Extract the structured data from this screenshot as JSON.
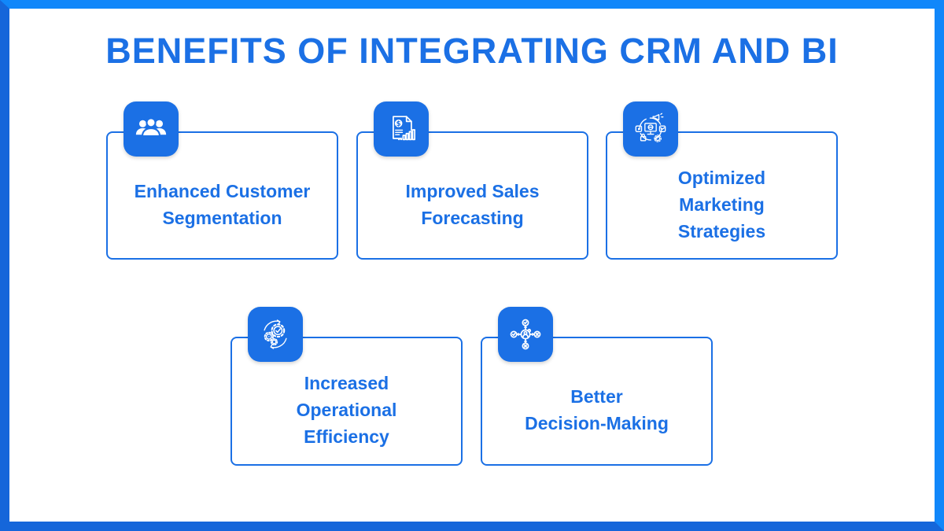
{
  "title": "BENEFITS OF INTEGRATING CRM AND BI",
  "colors": {
    "primary_blue": "#1B70E5",
    "frame_light_blue": "#1187FA",
    "frame_dark_blue": "#1566DA",
    "background": "#FFFFFF",
    "icon_foreground": "#FFFFFF"
  },
  "cards": [
    {
      "icon": "users-group-icon",
      "label": "Enhanced Customer Segmentation",
      "lines": [
        "Enhanced Customer",
        "Segmentation"
      ]
    },
    {
      "icon": "sales-report-icon",
      "label": "Improved Sales Forecasting",
      "lines": [
        "Improved Sales",
        "Forecasting"
      ]
    },
    {
      "icon": "digital-marketing-icon",
      "label": "Optimized Marketing Strategies",
      "lines": [
        "Optimized",
        "Marketing",
        "Strategies"
      ]
    },
    {
      "icon": "gears-efficiency-icon",
      "label": "Increased Operational Efficiency",
      "lines": [
        "Increased",
        "Operational",
        "Efficiency"
      ]
    },
    {
      "icon": "decision-network-icon",
      "label": "Better Decision-Making",
      "lines": [
        "Better",
        "Decision-Making"
      ]
    }
  ]
}
